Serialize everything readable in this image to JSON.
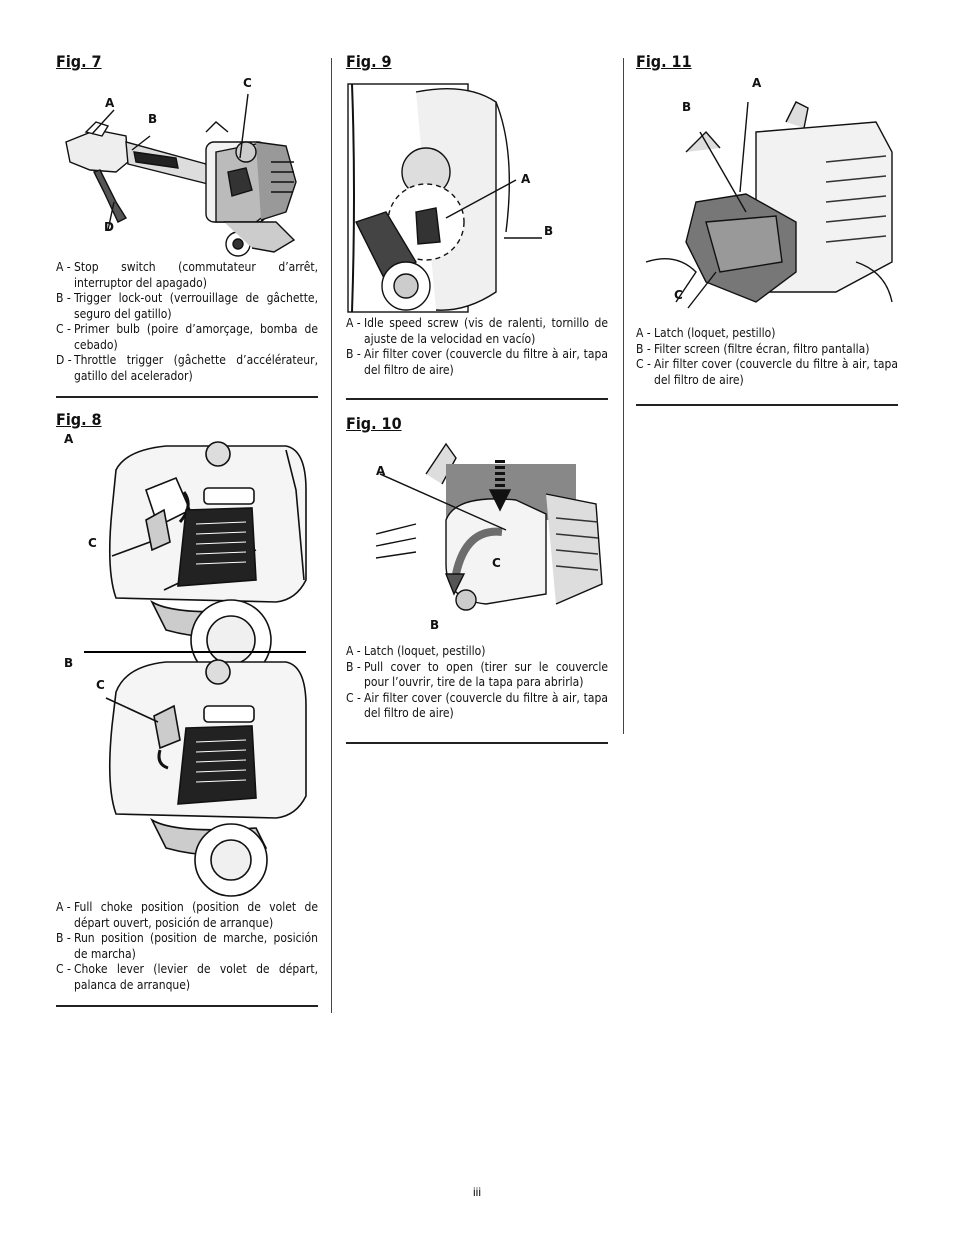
{
  "fig7": {
    "title": "Fig. 7",
    "labels": {
      "a": "A",
      "b": "B",
      "c": "C",
      "d": "D"
    },
    "legend": [
      {
        "key": "A -",
        "text": "Stop switch (commutateur d’arrêt, interruptor del apagado)"
      },
      {
        "key": "B -",
        "text": "Trigger lock-out (verrouillage de gâchette, seguro del gatillo)"
      },
      {
        "key": "C -",
        "text": "Primer bulb (poire d’amorçage, bomba de cebado)"
      },
      {
        "key": "D -",
        "text": "Throttle trigger (gâchette d’accélérateur, gatillo del acelerador)"
      }
    ]
  },
  "fig8": {
    "title": "Fig. 8",
    "labels": {
      "a": "A",
      "b": "B",
      "c1": "C",
      "c2": "C"
    },
    "legend": [
      {
        "key": "A -",
        "text": "Full choke position (position de volet de départ ouvert, posición de arranque)"
      },
      {
        "key": "B -",
        "text": "Run position (position de marche, posición de marcha)"
      },
      {
        "key": "C -",
        "text": "Choke lever (levier de volet de départ, palanca de arranque)"
      }
    ]
  },
  "fig9": {
    "title": "Fig. 9",
    "labels": {
      "a": "A",
      "b": "B"
    },
    "legend": [
      {
        "key": "A -",
        "text": "Idle speed screw (vis de ralenti, tornillo de ajuste de la velocidad en vacío)"
      },
      {
        "key": "B -",
        "text": "Air filter cover (couvercle du filtre à air, tapa del filtro de aire)"
      }
    ]
  },
  "fig10": {
    "title": "Fig. 10",
    "labels": {
      "a": "A",
      "b": "B",
      "c": "C"
    },
    "legend": [
      {
        "key": "A -",
        "text": "Latch (loquet, pestillo)"
      },
      {
        "key": "B -",
        "text": "Pull cover to open (tirer sur le couvercle pour l’ouvrir, tire de la tapa para abrirla)"
      },
      {
        "key": "C -",
        "text": "Air filter cover (couvercle du filtre à air, tapa del filtro de aire)"
      }
    ]
  },
  "fig11": {
    "title": "Fig. 11",
    "labels": {
      "a": "A",
      "b": "B",
      "c": "C"
    },
    "legend": [
      {
        "key": "A -",
        "text": "Latch (loquet, pestillo)"
      },
      {
        "key": "B -",
        "text": "Filter screen (filtre écran, filtro pantalla)"
      },
      {
        "key": "C -",
        "text": "Air filter cover (couvercle du filtre à air, tapa del filtro de aire)"
      }
    ]
  },
  "page_number": "iii"
}
